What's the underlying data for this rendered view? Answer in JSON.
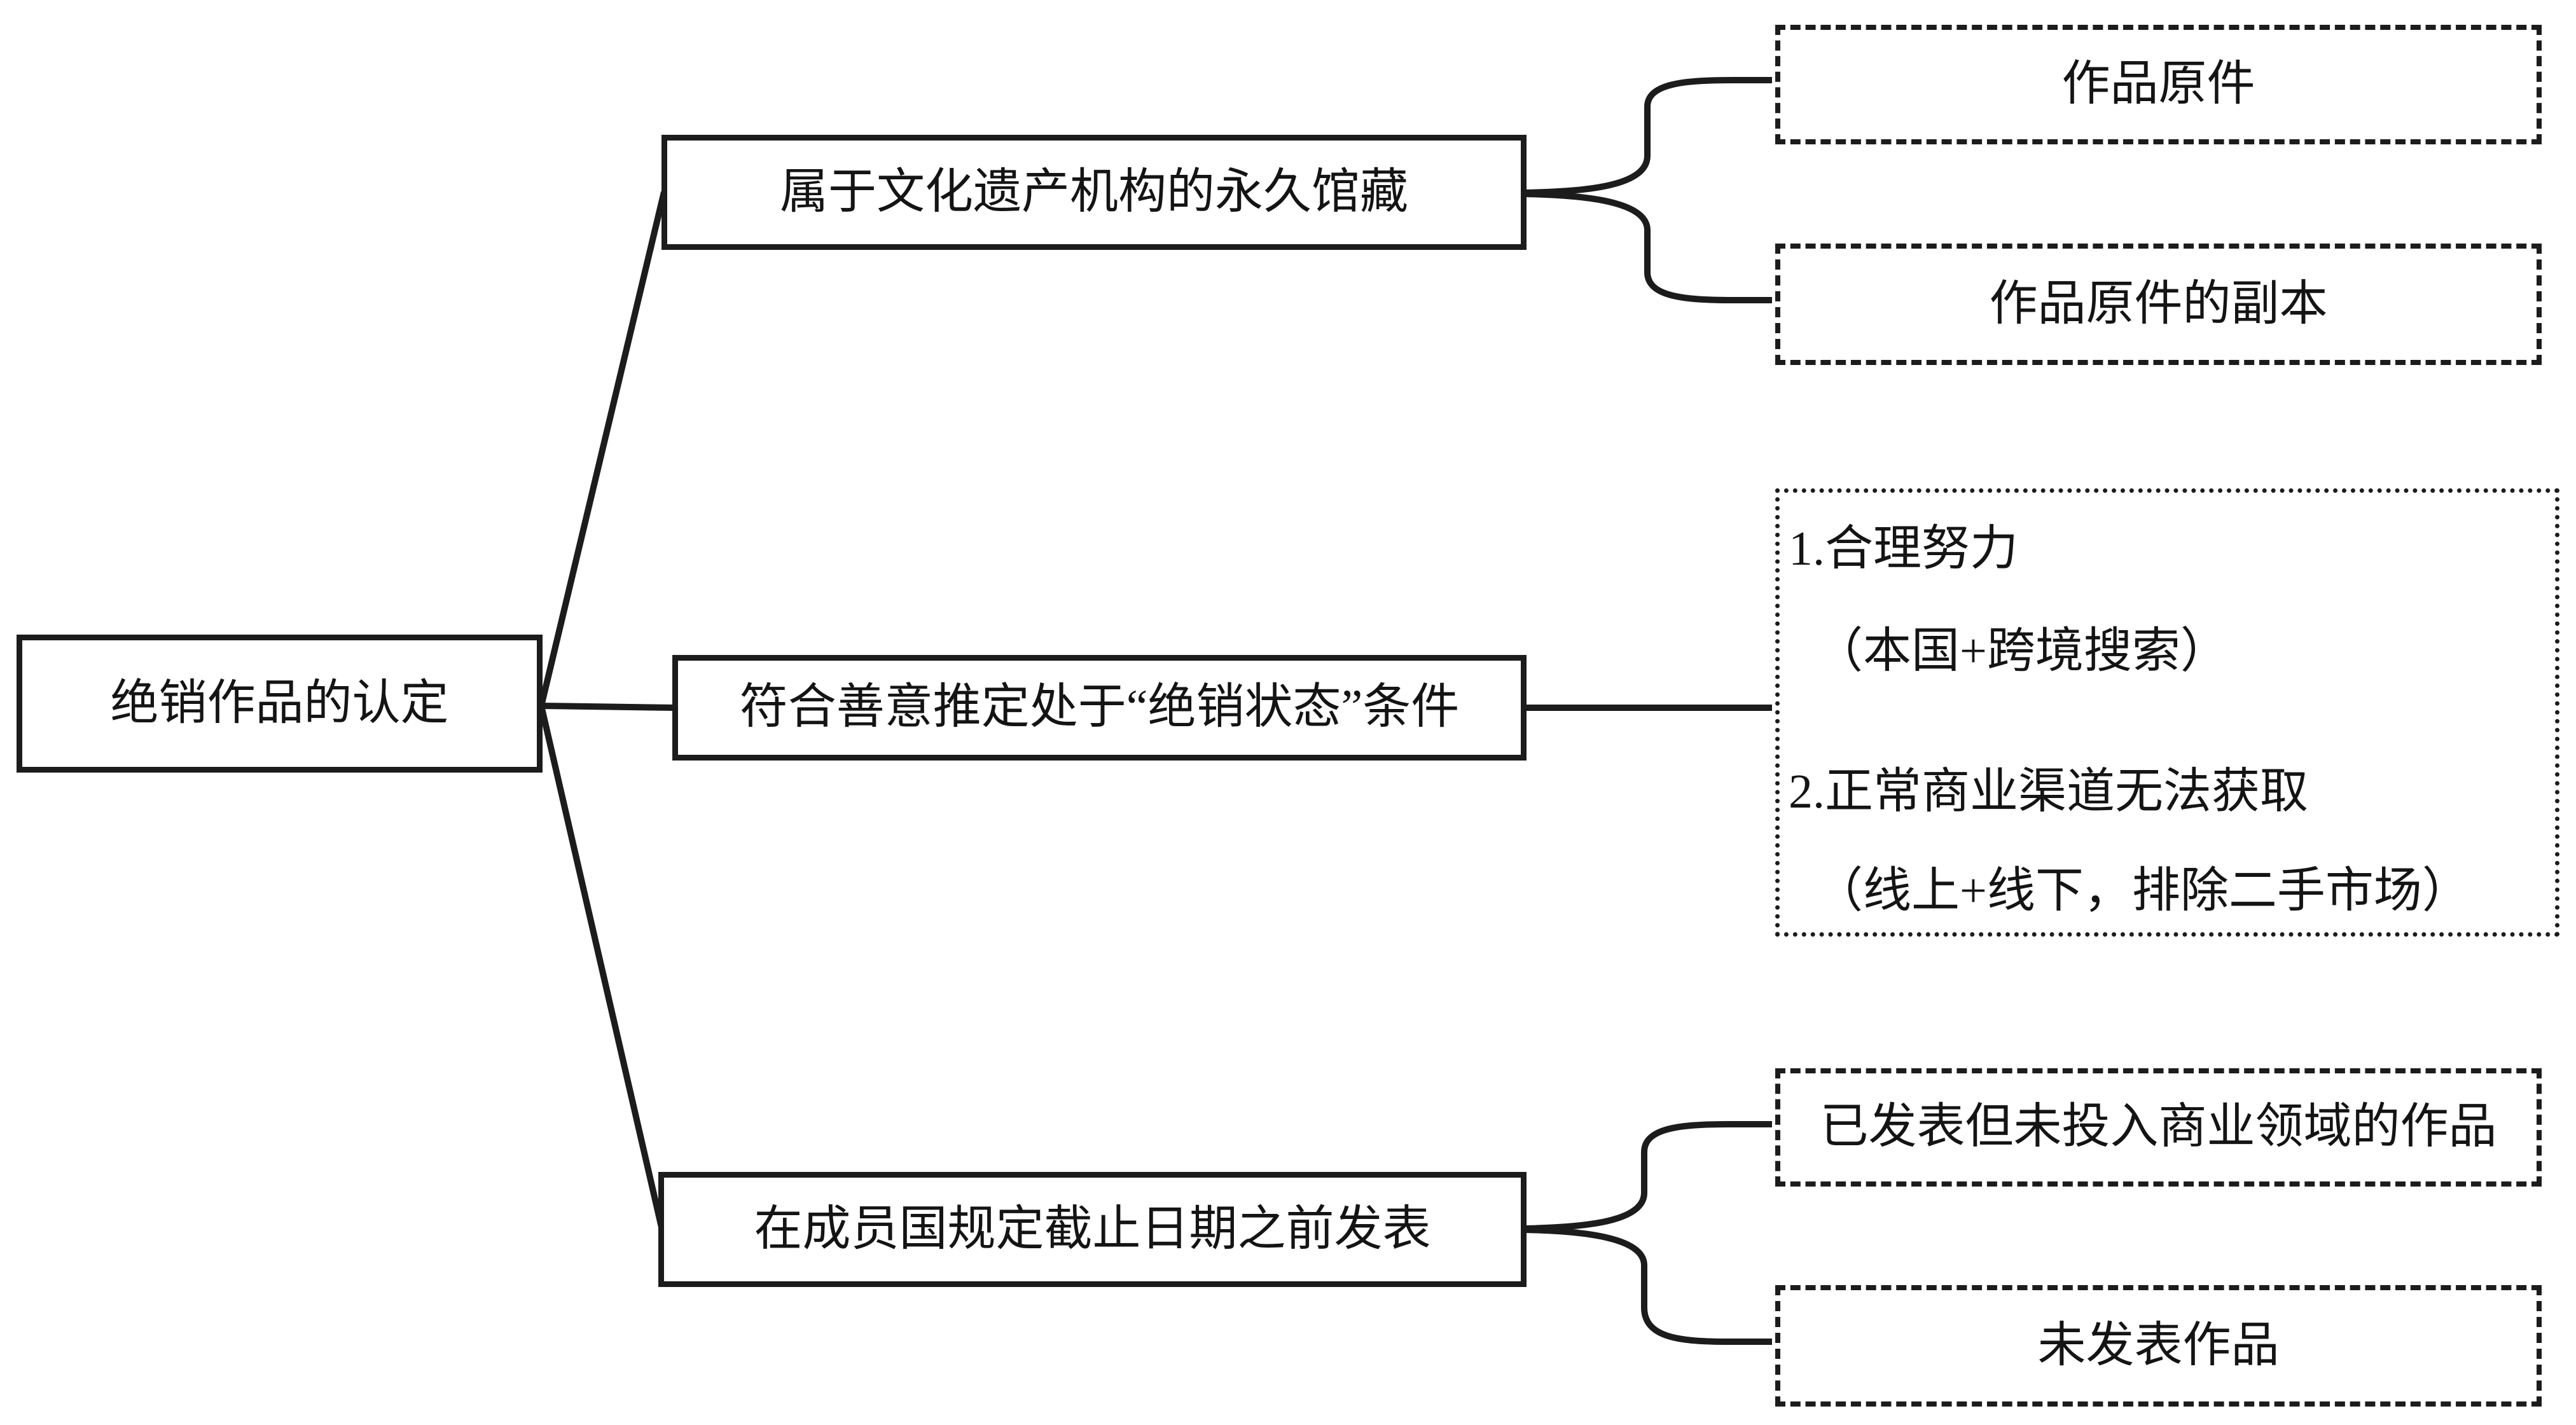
{
  "root": {
    "label": "绝销作品的认定"
  },
  "branches": [
    {
      "label": "属于文化遗产机构的永久馆藏",
      "children": [
        {
          "label": "作品原件"
        },
        {
          "label": "作品原件的副本"
        }
      ]
    },
    {
      "label": "符合善意推定处于“绝销状态”条件",
      "conditions": {
        "line1": "1.合理努力",
        "line2": "（本国+跨境搜索）",
        "line3": "2.正常商业渠道无法获取",
        "line4": "（线上+线下，排除二手市场）"
      }
    },
    {
      "label": "在成员国规定截止日期之前发表",
      "children": [
        {
          "label": "已发表但未投入商业领域的作品"
        },
        {
          "label": "未发表作品"
        }
      ]
    }
  ],
  "colors": {
    "line": "#1c1c1c",
    "text": "#141414",
    "background": "#ffffff"
  }
}
